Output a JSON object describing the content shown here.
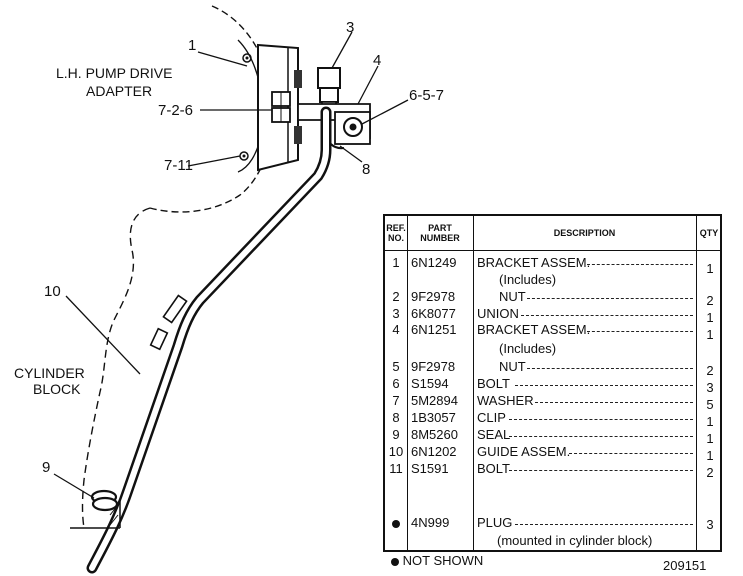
{
  "callouts": {
    "adapter_ref": "1",
    "adapter_label_line1": "L.H. PUMP DRIVE",
    "adapter_label_line2": "ADAPTER",
    "c3": "3",
    "c4": "4",
    "c657": "6-5-7",
    "c726": "7-2-6",
    "c711": "7-11",
    "c8": "8",
    "c10": "10",
    "c9": "9",
    "block_line1": "CYLINDER",
    "block_line2": "BLOCK"
  },
  "table": {
    "headers": {
      "ref": "REF.\nNO.",
      "part": "PART\nNUMBER",
      "description": "DESCRIPTION",
      "qty": "QTY"
    },
    "rows": [
      {
        "ref": "1",
        "part": "6N1249",
        "desc": "BRACKET ASSEM.",
        "sub": "(Includes)",
        "qty": "1"
      },
      {
        "ref": "2",
        "part": "9F2978",
        "desc": "NUT",
        "qty": "2"
      },
      {
        "ref": "3",
        "part": "6K8077",
        "desc": "UNION",
        "qty": "1"
      },
      {
        "ref": "4",
        "part": "6N1251",
        "desc": "BRACKET ASSEM.",
        "sub": "(Includes)",
        "qty": "1"
      },
      {
        "ref": "5",
        "part": "9F2978",
        "desc": "NUT",
        "qty": "2"
      },
      {
        "ref": "6",
        "part": "S1594",
        "desc": "BOLT",
        "qty": "3"
      },
      {
        "ref": "7",
        "part": "5M2894",
        "desc": "WASHER",
        "qty": "5"
      },
      {
        "ref": "8",
        "part": "1B3057",
        "desc": "CLIP",
        "qty": "1"
      },
      {
        "ref": "9",
        "part": "8M5260",
        "desc": "SEAL",
        "qty": "1"
      },
      {
        "ref": "10",
        "part": "6N1202",
        "desc": "GUIDE ASSEM.",
        "qty": "1"
      },
      {
        "ref": "11",
        "part": "S1591",
        "desc": "BOLT",
        "qty": "2"
      },
      {
        "ref": "",
        "part": "4N999",
        "desc": "PLUG",
        "sub": "(mounted in cylinder block)",
        "qty": "3"
      }
    ]
  },
  "footnote": "NOT SHOWN",
  "drawing_number": "209151"
}
